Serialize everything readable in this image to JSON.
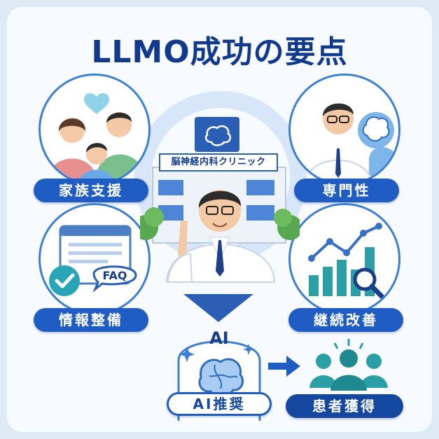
{
  "title": "LLMO成功の要点",
  "clinic_name": "脳神経内科クリニック",
  "nodes": {
    "family_support": "家族支援",
    "expertise": "専門性",
    "info_maintenance": "情報整備",
    "continuous_improvement": "継続改善",
    "ai_recommendation": "AI推奨",
    "patient_acquisition": "患者獲得"
  },
  "icon_text": {
    "faq": "FAQ",
    "ai": "AI"
  },
  "colors": {
    "primary": "#1f5cc3",
    "title": "#123a8c",
    "ring": "#d7e6f8",
    "teal": "#2a9fa6"
  }
}
